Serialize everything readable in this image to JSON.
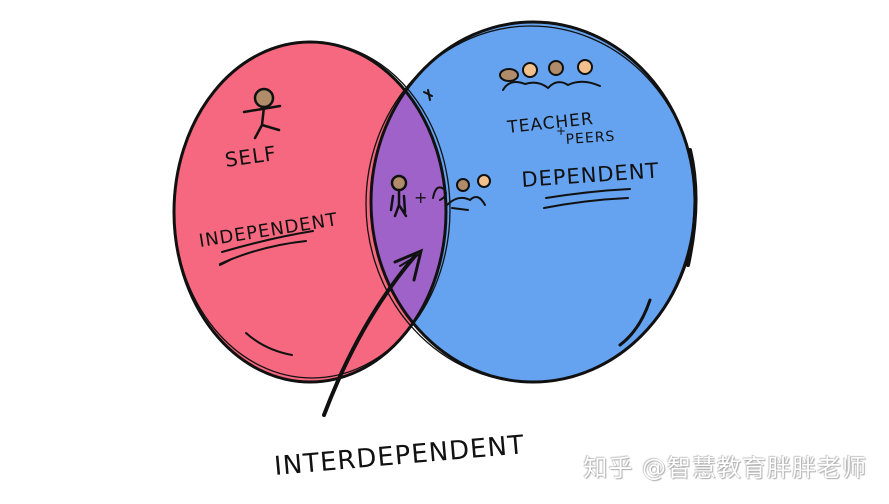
{
  "diagram": {
    "type": "venn",
    "colors": {
      "left": "#f5687f",
      "right": "#65a3f0",
      "overlap": "#9f62c9",
      "outline": "#111111",
      "background": "#ffffff"
    },
    "left_circle": {
      "title": "SELF",
      "label": "INDEPENDENT",
      "icon": "stick-figure-icon"
    },
    "right_circle": {
      "title_line1": "TEACHER",
      "title_plus": "+",
      "title_line2": "PEERS",
      "label": "DEPENDENT",
      "icon": "group-of-people-icon"
    },
    "overlap": {
      "icon_left": "stick-figure-icon",
      "plus": "+",
      "icon_right": "group-of-people-icon"
    },
    "callout": {
      "label": "INTERDEPENDENT",
      "icon": "arrow-icon"
    }
  },
  "watermark": "知乎 @智慧教育胖胖老师"
}
